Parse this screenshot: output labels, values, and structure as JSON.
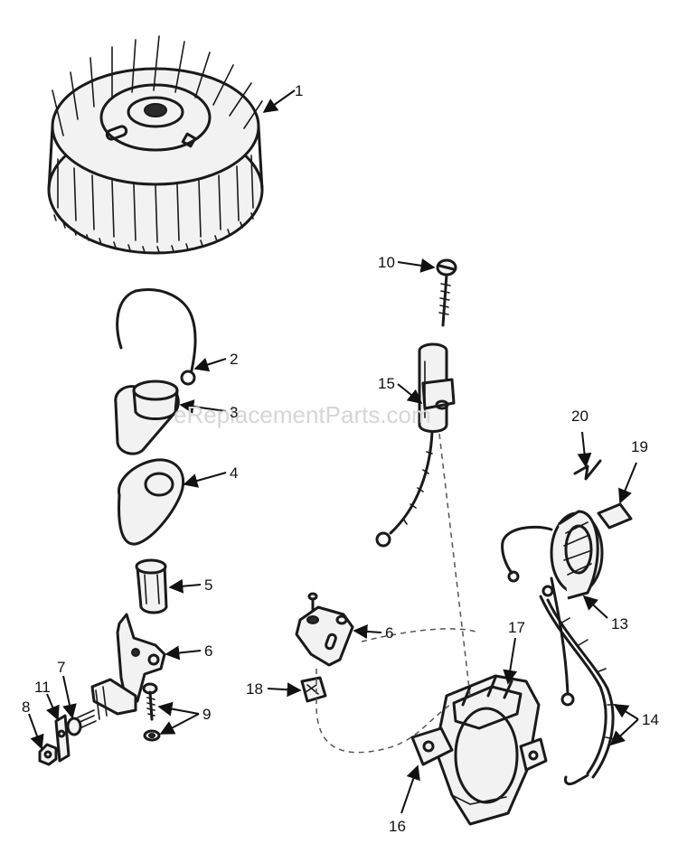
{
  "watermark": "eReplacementParts.com",
  "callouts": {
    "c1": "1",
    "c2": "2",
    "c3": "3",
    "c4": "4",
    "c5": "5",
    "c6a": "6",
    "c6b": "6",
    "c7": "7",
    "c8": "8",
    "c9": "9",
    "c10": "10",
    "c11": "11",
    "c13": "13",
    "c14": "14",
    "c15": "15",
    "c16": "16",
    "c17": "17",
    "c18": "18",
    "c19": "19",
    "c20": "20"
  },
  "colors": {
    "ink": "#1a1a1a",
    "paper": "#ffffff",
    "watermark": "#d6d6d6"
  }
}
